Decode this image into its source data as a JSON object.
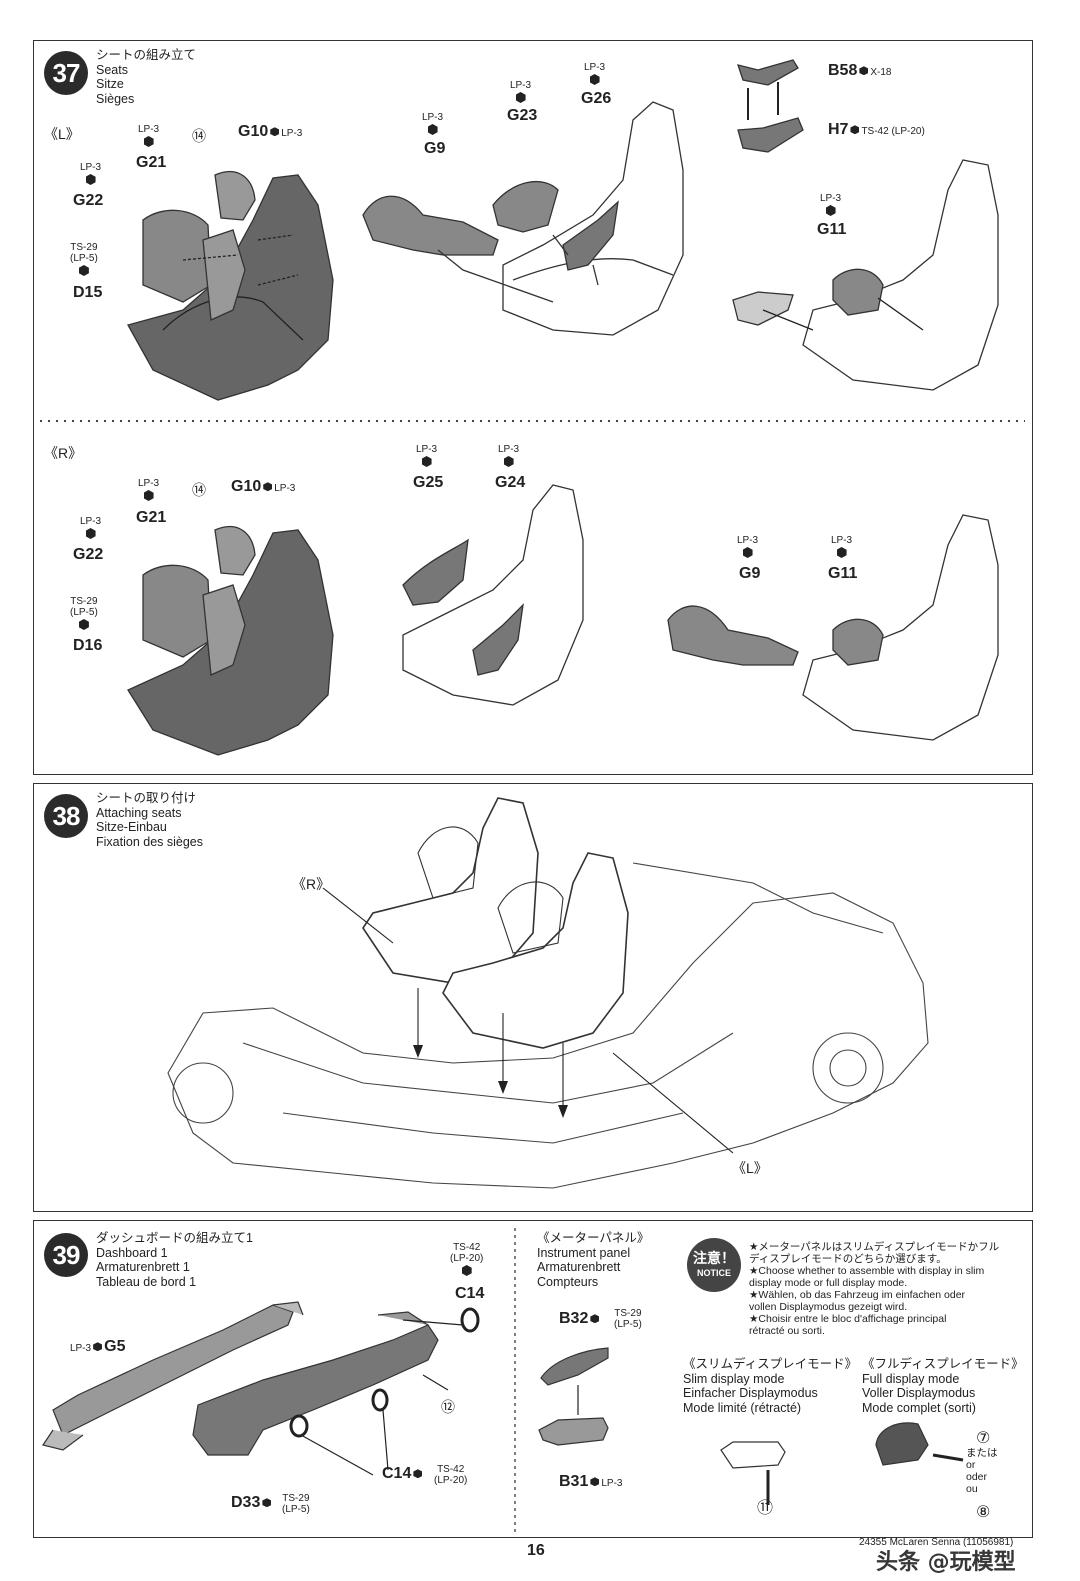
{
  "steps": {
    "s37": {
      "number": "37",
      "title_ja": "シートの組み立て",
      "title_en": "Seats",
      "title_de": "Sitze",
      "title_fr": "Sièges",
      "left_label": "《L》",
      "right_label": "《R》",
      "parts_left": {
        "g21": "G21",
        "g21_paint": "LP-3",
        "g22": "G22",
        "g22_paint": "LP-3",
        "d15": "D15",
        "d15_paint1": "TS-29",
        "d15_paint2": "(LP-5)",
        "g10": "G10",
        "g10_paint": "LP-3",
        "ref14": "⑭",
        "g9": "G9",
        "g9_paint": "LP-3",
        "g23": "G23",
        "g23_paint": "LP-3",
        "g26": "G26",
        "g26_paint": "LP-3",
        "b58": "B58",
        "b58_paint": "X-18",
        "h7": "H7",
        "h7_paint": "TS-42 (LP-20)",
        "g11": "G11",
        "g11_paint": "LP-3"
      },
      "parts_right": {
        "g21": "G21",
        "g21_paint": "LP-3",
        "g22": "G22",
        "g22_paint": "LP-3",
        "d16": "D16",
        "d16_paint1": "TS-29",
        "d16_paint2": "(LP-5)",
        "g10": "G10",
        "g10_paint": "LP-3",
        "ref14": "⑭",
        "g25": "G25",
        "g25_paint": "LP-3",
        "g24": "G24",
        "g24_paint": "LP-3",
        "g9": "G9",
        "g9_paint": "LP-3",
        "g11": "G11",
        "g11_paint": "LP-3"
      }
    },
    "s38": {
      "number": "38",
      "title_ja": "シートの取り付け",
      "title_en": "Attaching seats",
      "title_de": "Sitze-Einbau",
      "title_fr": "Fixation des sièges",
      "r_label": "《R》",
      "l_label": "《L》"
    },
    "s39": {
      "number": "39",
      "title_ja": "ダッシュボードの組み立て1",
      "title_en": "Dashboard 1",
      "title_de": "Armaturenbrett 1",
      "title_fr": "Tableau de bord 1",
      "g5": "G5",
      "g5_paint": "LP-3",
      "c14_top": "C14",
      "c14_top_paint1": "TS-42",
      "c14_top_paint2": "(LP-20)",
      "ref12": "⑫",
      "c14": "C14",
      "c14_paint1": "TS-42",
      "c14_paint2": "(LP-20)",
      "d33": "D33",
      "d33_paint1": "TS-29",
      "d33_paint2": "(LP-5)",
      "meter_ja": "《メーターパネル》",
      "meter_en": "Instrument panel",
      "meter_de": "Armaturenbrett",
      "meter_fr": "Compteurs",
      "b32": "B32",
      "b32_paint1": "TS-29",
      "b32_paint2": "(LP-5)",
      "b31": "B31",
      "b31_paint": "LP-3",
      "notice_ja": "注意！",
      "notice_en": "NOTICE",
      "notice_lines": [
        "★メーターパネルはスリムディスプレイモードかフル",
        "ディスプレイモードのどちらか選びます。",
        "★Choose whether to assemble with display in slim",
        "display mode or full display mode.",
        "★Wählen, ob das Fahrzeug im einfachen oder",
        "vollen Displaymodus gezeigt wird.",
        "★Choisir entre le bloc d'affichage principal",
        "rétracté ou sorti."
      ],
      "slim_ja": "《スリムディスプレイモード》",
      "slim_en": "Slim display mode",
      "slim_de": "Einfacher Displaymodus",
      "slim_fr": "Mode limité (rétracté)",
      "full_ja": "《フルディスプレイモード》",
      "full_en": "Full display mode",
      "full_de": "Voller Displaymodus",
      "full_fr": "Mode complet (sorti)",
      "ref11": "⑪",
      "ref7": "⑦",
      "or_ja": "または",
      "or_en": "or",
      "or_de": "oder",
      "or_fr": "ou",
      "ref8": "⑧"
    }
  },
  "footer": {
    "page_number": "16",
    "code": "24355  McLaren Senna (11056981)",
    "watermark": "头条 @玩模型"
  }
}
